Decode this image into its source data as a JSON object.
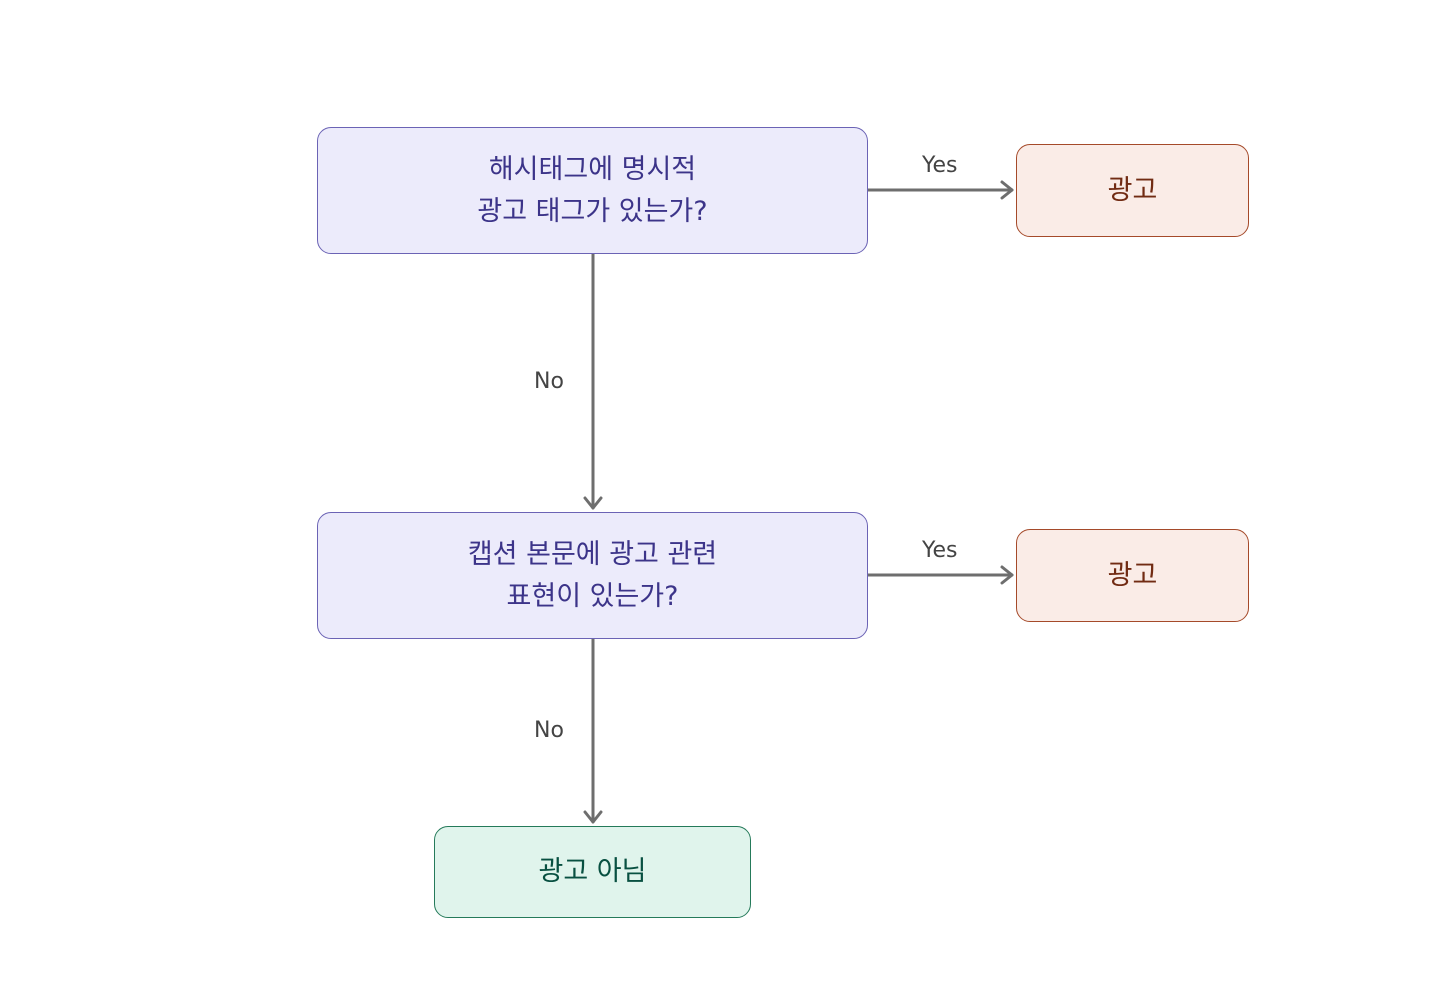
{
  "nodes": {
    "q1": {
      "line1": "해시태그에 명시적",
      "line2": "광고 태그가 있는가?"
    },
    "ad1": {
      "label": "광고"
    },
    "q2": {
      "line1": "캡션 본문에 광고 관련",
      "line2": "표현이 있는가?"
    },
    "ad2": {
      "label": "광고"
    },
    "notad": {
      "label": "광고 아님"
    }
  },
  "edges": {
    "q1_yes": "Yes",
    "q1_no": "No",
    "q2_yes": "Yes",
    "q2_no": "No"
  },
  "colors": {
    "decision_fill": "#ecebfb",
    "decision_stroke": "#6b63b5",
    "decision_text": "#3c3489",
    "ad_fill": "#faece7",
    "ad_stroke": "#a54a2a",
    "ad_text": "#712b13",
    "notad_fill": "#e0f4ec",
    "notad_stroke": "#257a5a",
    "notad_text": "#085041",
    "edge": "#6e6e6e"
  }
}
